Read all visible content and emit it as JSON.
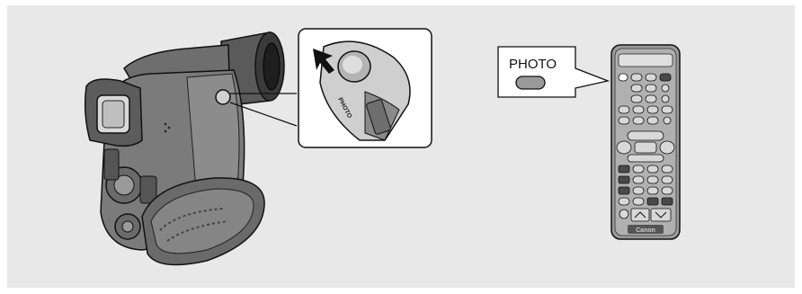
{
  "remote": {
    "callout_label": "PHOTO",
    "brand": "Canon"
  },
  "camera": {
    "button_label": "PHOTO"
  }
}
